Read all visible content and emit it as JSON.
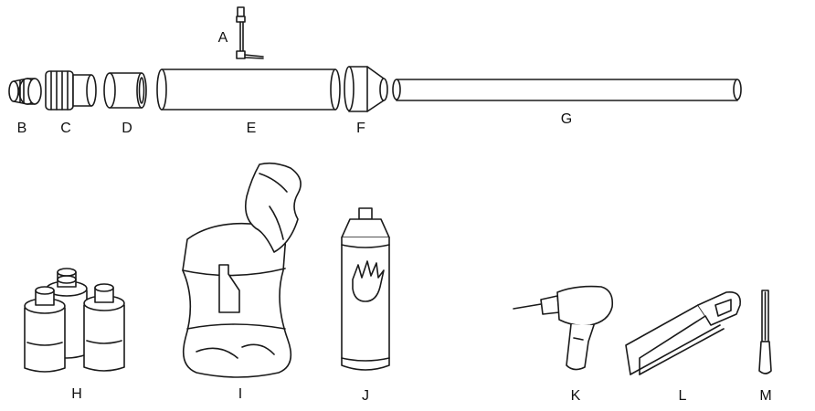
{
  "labels": {
    "a": "A",
    "b": "B",
    "c": "C",
    "d": "D",
    "e": "E",
    "f": "F",
    "g": "G",
    "h": "H",
    "i": "I",
    "j": "J",
    "k": "K",
    "l": "L",
    "m": "M"
  },
  "colors": {
    "stroke": "#1a1a1a",
    "fill": "#ffffff",
    "shade": "#d9d9d9"
  },
  "icons": {
    "a": "valve-stem-icon",
    "b": "bushing-icon",
    "c": "threaded-coupling-icon",
    "d": "coupling-sleeve-icon",
    "e": "chamber-pipe-icon",
    "f": "reducer-icon",
    "g": "barrel-pipe-icon",
    "h": "primer-cement-cans-icon",
    "i": "bagged-material-icon",
    "j": "spray-can-icon",
    "k": "drill-icon",
    "l": "hacksaw-icon",
    "m": "file-icon"
  }
}
